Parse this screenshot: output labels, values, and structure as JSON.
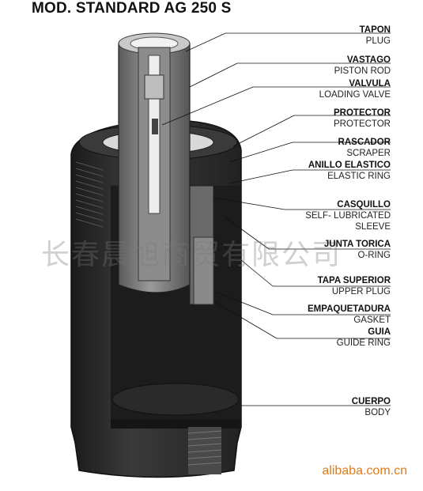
{
  "title": "MOD. STANDARD AG 250 S",
  "labels": [
    {
      "es": "TAPON",
      "en": "PLUG"
    },
    {
      "es": "VASTAGO",
      "en": "PISTON ROD"
    },
    {
      "es": "VALVULA",
      "en": "LOADING VALVE"
    },
    {
      "es": "PROTECTOR",
      "en": "PROTECTOR"
    },
    {
      "es": "RASCADOR",
      "en": "SCRAPER"
    },
    {
      "es": "ANILLO ELASTICO",
      "en": "ELASTIC RING"
    },
    {
      "es": "CASQUILLO",
      "en": "SELF- LUBRICATED",
      "en2": "SLEEVE"
    },
    {
      "es": "JUNTA TORICA",
      "en": "O-RING"
    },
    {
      "es": "TAPA SUPERIOR",
      "en": "UPPER PLUG"
    },
    {
      "es": "EMPAQUETADURA",
      "en": "GASKET"
    },
    {
      "es": "GUIA",
      "en": "GUIDE RING"
    },
    {
      "es": "CUERPO",
      "en": "BODY"
    }
  ],
  "watermark": "长春晨旭商贸有限公司",
  "footer": "alibaba.com.cn",
  "colors": {
    "body": "#2e2e2e",
    "rod": "#6b6b6b",
    "footer": "#e07a1a"
  }
}
